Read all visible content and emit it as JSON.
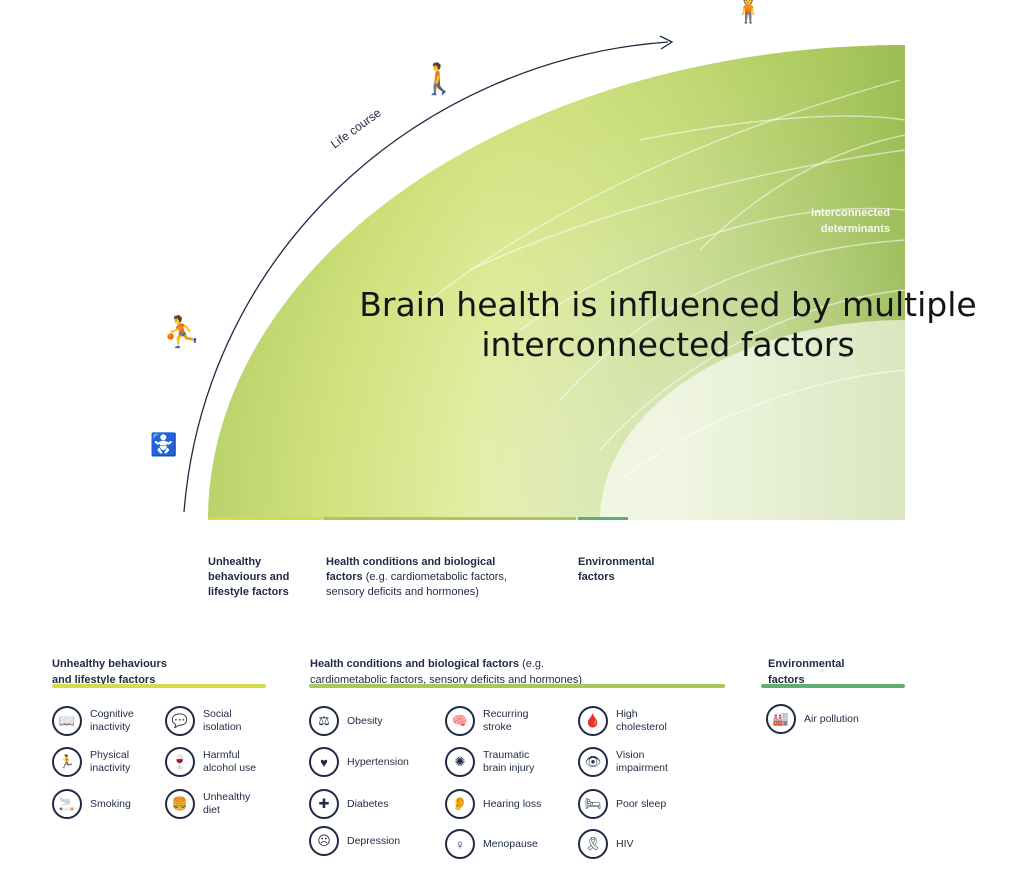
{
  "diagram": {
    "life_course_label": "Life course",
    "interconnected_label": "Interconnected\ndeterminants",
    "overlay_caption": "Brain health is influenced by multiple\ninterconnected factors",
    "colors": {
      "lifestyle": "#d4dc4a",
      "health": "#a9c85a",
      "environment": "#5faf6e",
      "ink": "#1f2a44"
    },
    "bands": [
      {
        "title": "Unhealthy\nbehaviours and\nlifestyle factors",
        "detail": ""
      },
      {
        "title": "Health conditions and biological\nfactors",
        "detail": " (e.g. cardiometabolic factors,\nsensory deficits and hormones)"
      },
      {
        "title": "Environmental\nfactors",
        "detail": ""
      }
    ]
  },
  "legend": {
    "lifestyle": {
      "title": "Unhealthy behaviours\nand lifestyle factors",
      "detail": "",
      "items": [
        {
          "label": "Cognitive\ninactivity",
          "icon": "book-crossed-icon",
          "glyph": "📖"
        },
        {
          "label": "Social\nisolation",
          "icon": "chat-crossed-icon",
          "glyph": "💬"
        },
        {
          "label": "Physical\ninactivity",
          "icon": "runner-crossed-icon",
          "glyph": "🏃"
        },
        {
          "label": "Harmful\nalcohol use",
          "icon": "wine-glass-icon",
          "glyph": "🍷"
        },
        {
          "label": "Smoking",
          "icon": "cigarette-icon",
          "glyph": "🚬"
        },
        {
          "label": "Unhealthy\ndiet",
          "icon": "food-crossed-icon",
          "glyph": "🍔"
        }
      ]
    },
    "health": {
      "title": "Health conditions and biological factors",
      "detail": " (e.g.\ncardiometabolic factors, sensory deficits and hormones)",
      "items": [
        {
          "label": "Obesity",
          "icon": "scale-icon",
          "glyph": "⚖"
        },
        {
          "label": "Recurring\nstroke",
          "icon": "brain-icon",
          "glyph": "🧠"
        },
        {
          "label": "High\ncholesterol",
          "icon": "artery-icon",
          "glyph": "🩸"
        },
        {
          "label": "Hypertension",
          "icon": "heart-pressure-icon",
          "glyph": "♥"
        },
        {
          "label": "Traumatic\nbrain injury",
          "icon": "brain-injury-icon",
          "glyph": "✺"
        },
        {
          "label": "Vision\nimpairment",
          "icon": "eye-crossed-icon",
          "glyph": "👁"
        },
        {
          "label": "Diabetes",
          "icon": "glucose-meter-icon",
          "glyph": "✚"
        },
        {
          "label": "Hearing loss",
          "icon": "ear-crossed-icon",
          "glyph": "👂"
        },
        {
          "label": "Poor sleep",
          "icon": "bed-icon",
          "glyph": "🛏"
        },
        {
          "label": "Depression",
          "icon": "sad-person-icon",
          "glyph": "☹"
        },
        {
          "label": "Menopause",
          "icon": "uterus-icon",
          "glyph": "♀"
        },
        {
          "label": "HIV",
          "icon": "ribbon-icon",
          "glyph": "🎗"
        }
      ]
    },
    "environment": {
      "title": "Environmental\nfactors",
      "detail": "",
      "items": [
        {
          "label": "Air pollution",
          "icon": "factory-icon",
          "glyph": "🏭"
        }
      ]
    }
  }
}
